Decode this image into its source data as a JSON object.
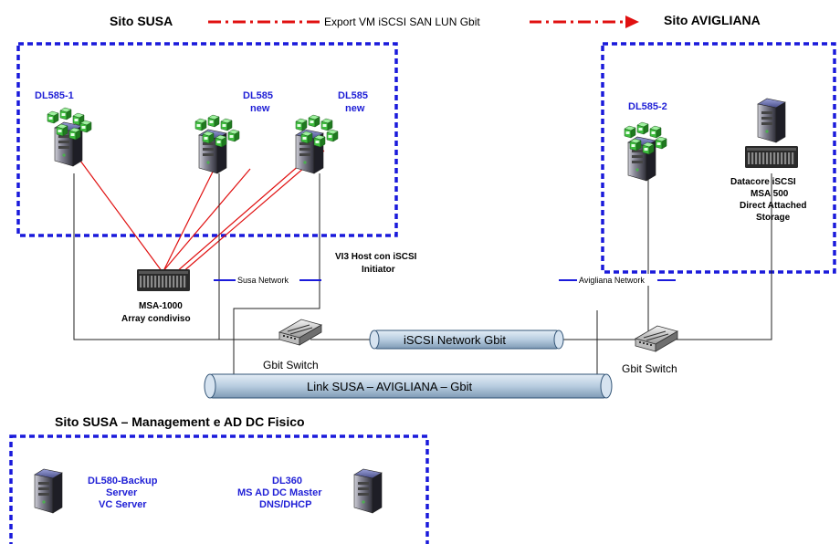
{
  "titles": {
    "site_susa": "Sito SUSA",
    "site_avigliana": "Sito AVIGLIANA",
    "export": "Export VM iSCSI SAN LUN Gbit",
    "mgmt": "Sito SUSA – Management e AD DC Fisico"
  },
  "hosts": {
    "dl585_1": "DL585-1",
    "dl585_new_a": [
      "DL585",
      "new"
    ],
    "dl585_new_b": [
      "DL585",
      "new"
    ],
    "dl585_2": "DL585-2",
    "datacore": [
      "Datacore iSCSI",
      "MSA 500",
      "Direct Attached",
      "Storage"
    ],
    "msa1000": [
      "MSA-1000",
      "Array condiviso"
    ],
    "vi3": [
      "VI3 Host con iSCSI",
      "Initiator"
    ],
    "dl580": [
      "DL580-Backup",
      "Server",
      "VC Server"
    ],
    "dl360": [
      "DL360",
      "MS AD DC Master",
      "DNS/DHCP"
    ]
  },
  "network": {
    "susa_network": "Susa Network",
    "avigliana_network": "Avigliana Network",
    "iscsi_pipe": "iSCSI Network Gbit",
    "link_pipe": "Link SUSA – AVIGLIANA – Gbit",
    "switch_left": "Gbit Switch",
    "switch_right": "Gbit Switch"
  },
  "colors": {
    "dashed_box": "#1a1adb",
    "host_label": "#1f1fd6",
    "san_lines": "#e01010",
    "export_arrow": "#e01010",
    "pipe_fill": "#b8cde0",
    "vm_green": "#3fbf3f"
  },
  "icons": [
    "server-tower-icon",
    "vm-cube-icon",
    "storage-array-icon",
    "network-switch-icon"
  ]
}
